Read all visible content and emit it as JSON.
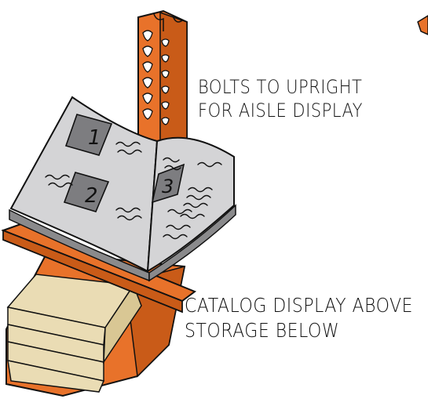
{
  "captions": {
    "upright": {
      "line1": "BOLTS TO UPRIGHT",
      "line2": "FOR AISLE DISPLAY"
    },
    "catalog": {
      "line1": "CATALOG DISPLAY ABOVE",
      "line2": "STORAGE BELOW"
    }
  },
  "book": {
    "panel_numbers": [
      "1",
      "2",
      "3"
    ]
  },
  "colors": {
    "rack_orange": "#e8722a",
    "rack_shadow": "#c95b18",
    "page_gray": "#d4d4d6",
    "panel_gray": "#7d7d80",
    "storage_tan": "#eadcb4",
    "outline": "#111111"
  }
}
